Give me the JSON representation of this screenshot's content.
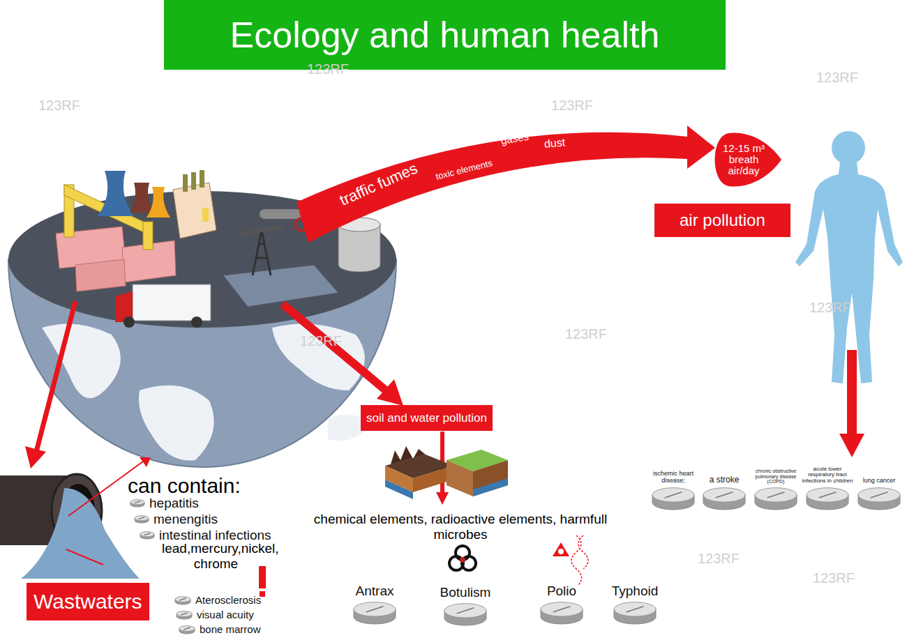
{
  "diagram": {
    "title": "Ecology and human health",
    "nodes": [
      {
        "text": [
          "12-15 m³ breath air/day"
        ]
      },
      {
        "text": [
          "air pollution"
        ]
      },
      {
        "text": [
          "soil and water pollution"
        ]
      },
      {
        "text": [
          "ischemic heart disease;"
        ]
      },
      {
        "text": [
          "a stroke"
        ]
      },
      {
        "text": [
          "chronic obstructive pulmonary disease (COPD)"
        ]
      },
      {
        "text": [
          "acute lower respiratory tract infections in children"
        ]
      },
      {
        "text": [
          "lung cancer"
        ]
      },
      {
        "text": [
          "hepatitis"
        ]
      },
      {
        "text": [
          "menengitis"
        ]
      },
      {
        "text": [
          "intestinal infections"
        ]
      },
      {
        "text": [
          "Antrax"
        ]
      },
      {
        "text": [
          "Botulism"
        ]
      },
      {
        "text": [
          "Polio"
        ]
      },
      {
        "text": [
          "Typhoid"
        ]
      },
      {
        "text": [
          "Aterosclerosis"
        ]
      },
      {
        "text": [
          "visual acuity"
        ]
      },
      {
        "text": [
          "bone marrow"
        ]
      },
      {
        "text": [
          "Wastwaters"
        ]
      }
    ],
    "labels": [
      "traffic fumes",
      "toxic elements",
      "gases",
      "dust",
      "can contain:",
      "lead,mercury,nickel, chrome",
      "chemical elements, radioactive elements, harmfull microbes",
      "123RF",
      "123RF",
      "123RF",
      "123RF",
      "123RF",
      "123RF",
      "123RF",
      "123RF",
      "123RF"
    ]
  }
}
